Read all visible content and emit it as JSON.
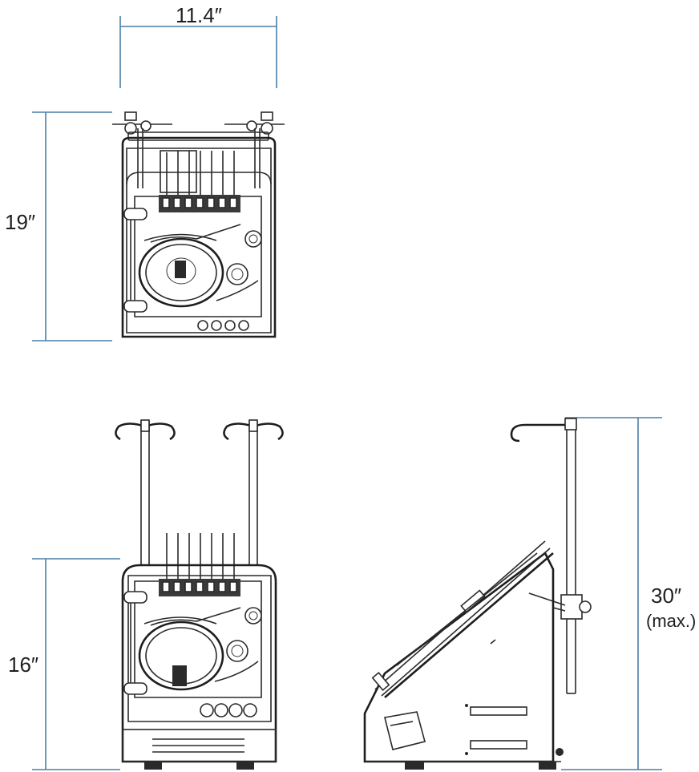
{
  "dimensions": {
    "width_top": "11.4″",
    "height_top": "19″",
    "height_front": "16″",
    "height_side_value": "30″",
    "height_side_note": "(max.)"
  },
  "colors": {
    "dimension_line": "#4a7fa6",
    "ink": "#2a2a2a",
    "background": "#ffffff"
  }
}
